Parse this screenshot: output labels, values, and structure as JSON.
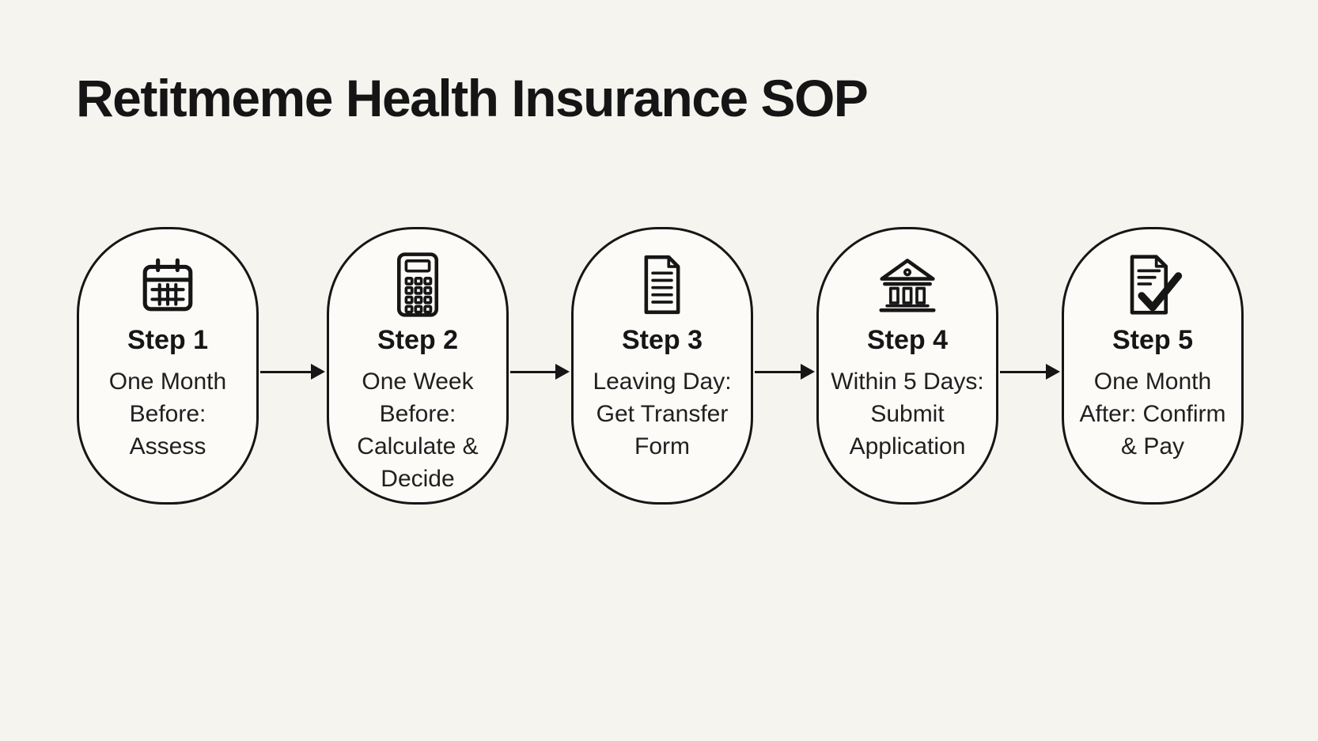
{
  "title": "Retitmeme Health Insurance SOP",
  "colors": {
    "background": "#f5f4ef",
    "card_fill": "#fcfbf8",
    "outline": "#161616",
    "text": "#1c1c1c"
  },
  "steps": [
    {
      "label": "Step 1",
      "icon": "calendar-icon",
      "description": "One Month\nBefore:\nAssess"
    },
    {
      "label": "Step 2",
      "icon": "calculator-icon",
      "description": "One Week\nBefore:\nCalculate &\nDecide"
    },
    {
      "label": "Step 3",
      "icon": "document-icon",
      "description": "Leaving Day:\nGet Transfer\nForm"
    },
    {
      "label": "Step 4",
      "icon": "bank-icon",
      "description": "Within 5 Days:\nSubmit\nApplication"
    },
    {
      "label": "Step 5",
      "icon": "document-check-icon",
      "description": "One Month\nAfter: Confirm\n& Pay"
    }
  ],
  "connector_count": 4
}
